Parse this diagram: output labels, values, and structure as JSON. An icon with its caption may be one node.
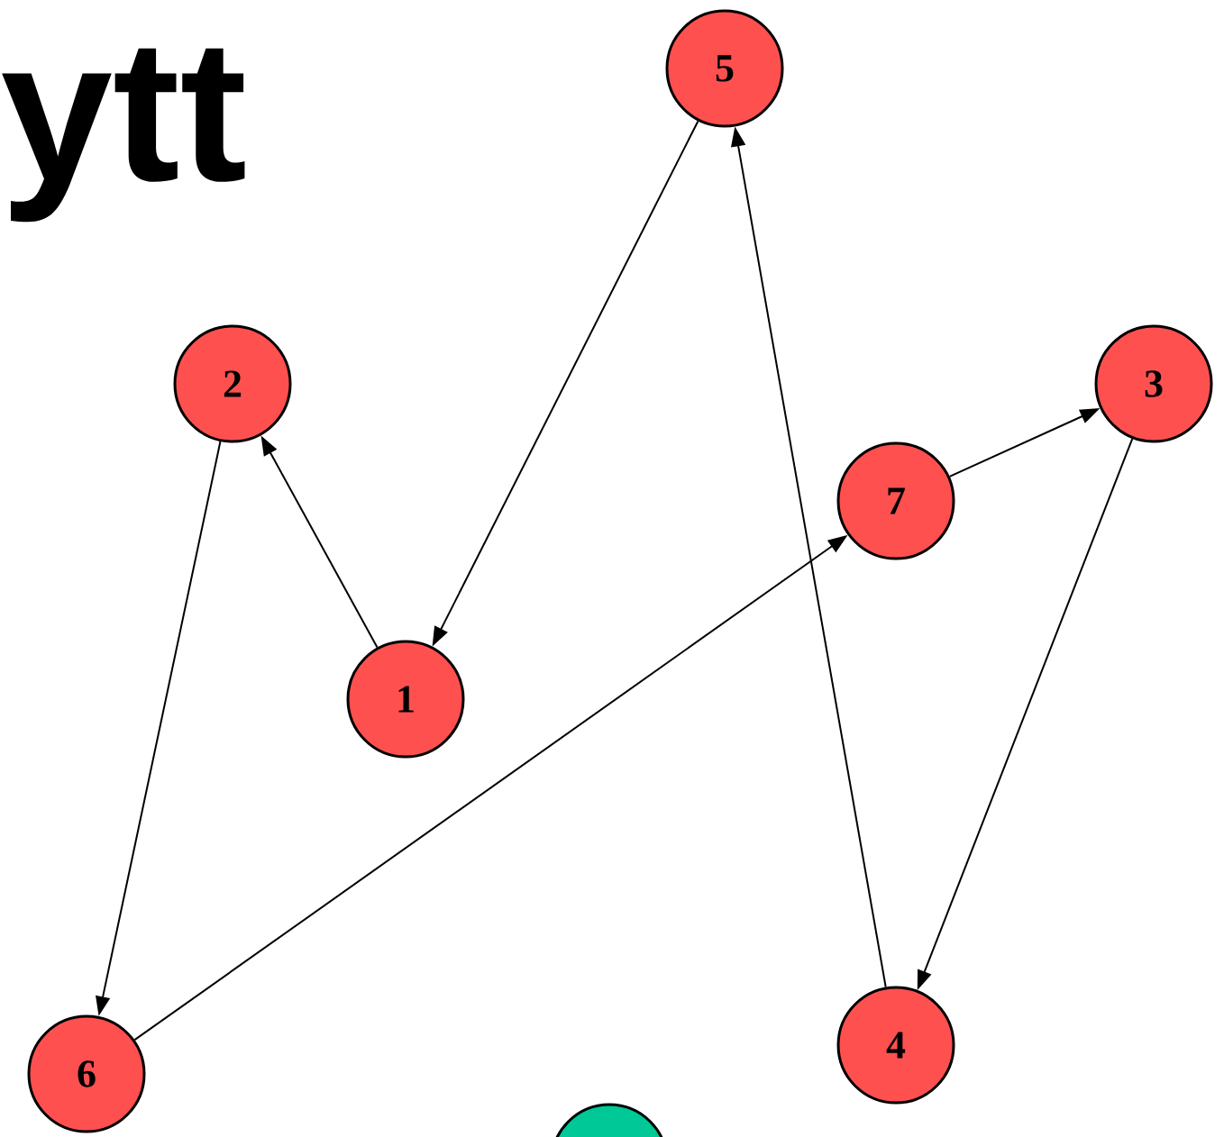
{
  "diagram": {
    "title": "ytt",
    "nodes": [
      {
        "text": [
          "5"
        ]
      },
      {
        "text": [
          "2"
        ]
      },
      {
        "text": [
          "3"
        ]
      },
      {
        "text": [
          "7"
        ]
      },
      {
        "text": [
          "1"
        ]
      },
      {
        "text": [
          "6"
        ]
      },
      {
        "text": [
          "4"
        ]
      },
      {
        "text": [],
        "shape": "circle"
      }
    ],
    "edges": [
      {
        "from": 0,
        "to": 4,
        "arrow": "to"
      },
      {
        "from": 4,
        "to": 1,
        "arrow": "to"
      },
      {
        "from": 1,
        "to": 5,
        "arrow": "to"
      },
      {
        "from": 5,
        "to": 3,
        "arrow": "to"
      },
      {
        "from": 3,
        "to": 2,
        "arrow": "to"
      },
      {
        "from": 2,
        "to": 6,
        "arrow": "to"
      },
      {
        "from": 6,
        "to": 0,
        "arrow": "to"
      }
    ]
  }
}
